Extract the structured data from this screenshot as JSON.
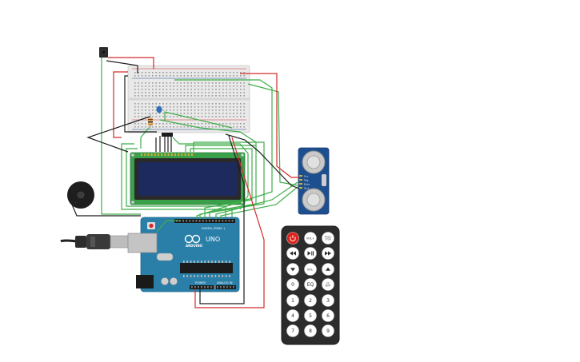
{
  "arduino": {
    "brand": "ARDUINO",
    "model": "UNO",
    "digital_label": "DIGITAL (PWM~)",
    "power_label": "POWER",
    "analog_label": "ANALOG IN"
  },
  "remote": {
    "buttons": [
      {
        "label": "",
        "icon": "power-icon",
        "color": "#e0201a"
      },
      {
        "label": "VOL+",
        "icon": "",
        "color": "#ffffff"
      },
      {
        "label": "FUNC/STOP",
        "icon": "",
        "color": "#ffffff"
      },
      {
        "label": "",
        "icon": "rewind-icon",
        "color": "#ffffff"
      },
      {
        "label": "",
        "icon": "play-pause-icon",
        "color": "#ffffff"
      },
      {
        "label": "",
        "icon": "fast-forward-icon",
        "color": "#ffffff"
      },
      {
        "label": "",
        "icon": "down-icon",
        "color": "#ffffff"
      },
      {
        "label": "VOL-",
        "icon": "",
        "color": "#ffffff"
      },
      {
        "label": "",
        "icon": "up-icon",
        "color": "#ffffff"
      },
      {
        "label": "0",
        "icon": "",
        "color": "#ffffff"
      },
      {
        "label": "EQ",
        "icon": "",
        "color": "#ffffff"
      },
      {
        "label": "ST/REPT",
        "icon": "",
        "color": "#ffffff"
      },
      {
        "label": "1",
        "icon": "",
        "color": "#ffffff"
      },
      {
        "label": "2",
        "icon": "",
        "color": "#ffffff"
      },
      {
        "label": "3",
        "icon": "",
        "color": "#ffffff"
      },
      {
        "label": "4",
        "icon": "",
        "color": "#ffffff"
      },
      {
        "label": "5",
        "icon": "",
        "color": "#ffffff"
      },
      {
        "label": "6",
        "icon": "",
        "color": "#ffffff"
      },
      {
        "label": "7",
        "icon": "",
        "color": "#ffffff"
      },
      {
        "label": "8",
        "icon": "",
        "color": "#ffffff"
      },
      {
        "label": "9",
        "icon": "",
        "color": "#ffffff"
      }
    ]
  },
  "ultrasonic": {
    "pins": [
      "Vcc",
      "Trig",
      "Echo",
      "Gnd"
    ]
  },
  "colors": {
    "wire_green": "#3fae49",
    "wire_red": "#d42a2a",
    "wire_black": "#1d1d1d",
    "board_teal": "#2a7fa8",
    "lcd_green": "#3aa04a",
    "lcd_screen": "#1d2a5e",
    "breadboard": "#e8e8e8",
    "sensor_blue": "#1d4f8f",
    "remote_body": "#2c2c2c"
  }
}
